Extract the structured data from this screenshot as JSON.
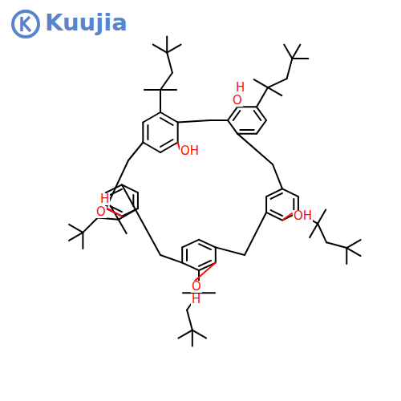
{
  "diagram": {
    "labels": [
      "Kuujia",
      "H",
      "O",
      "OH",
      "H",
      "O",
      "OH",
      "O",
      "H"
    ]
  }
}
